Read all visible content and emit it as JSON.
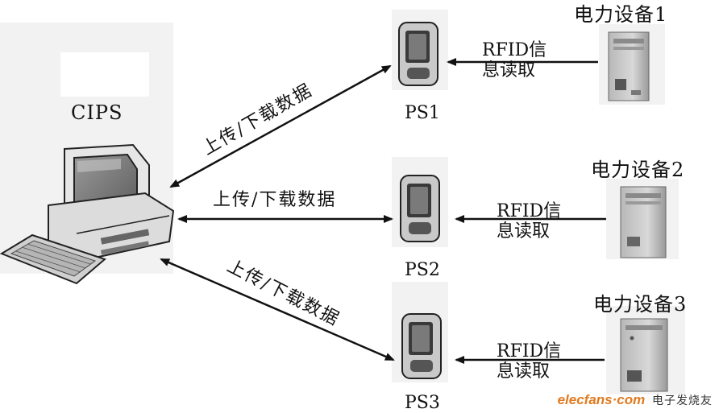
{
  "cips_label": "CIPS",
  "devices": [
    {
      "ps_label": "PS1",
      "equipment_label": "电力设备1",
      "rfid_line1": "RFID信",
      "rfid_line2": "息读取"
    },
    {
      "ps_label": "PS2",
      "equipment_label": "电力设备2",
      "rfid_line1": "RFID信",
      "rfid_line2": "息读取"
    },
    {
      "ps_label": "PS3",
      "equipment_label": "电力设备3",
      "rfid_line1": "RFID信",
      "rfid_line2": "息读取"
    }
  ],
  "link_label": "上传/下载数据",
  "watermark": {
    "site": "elecfans·com",
    "cn": "电子发烧友"
  },
  "icons": [
    "computer-icon",
    "handheld-device-icon",
    "server-tower-icon"
  ]
}
